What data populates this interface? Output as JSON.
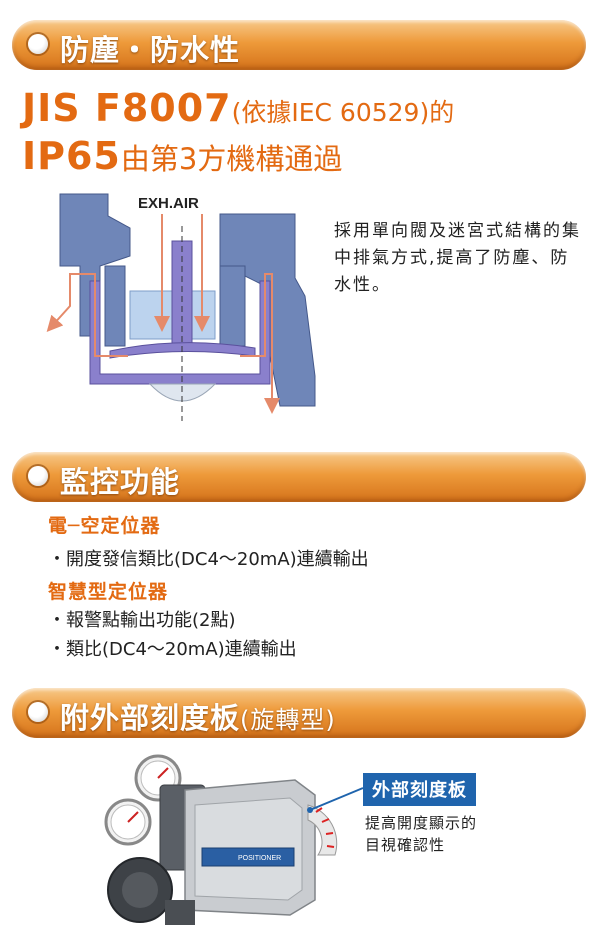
{
  "section1": {
    "title": "防塵・防水性",
    "line1_big": "JIS F8007",
    "line1_small": "(依據IEC 60529)的",
    "line2_big": "IP65",
    "line2_small": "由第3方機構通過",
    "diagram_label": "EXH.AIR",
    "description": "採用單向閥及迷宮式結構的集中排氣方式,提高了防塵、防水性。"
  },
  "section2": {
    "title": "監控功能",
    "groups": [
      {
        "heading": "電─空定位器",
        "items": [
          "・開度發信類比(DC4～20mA)連續輸出"
        ]
      },
      {
        "heading": "智慧型定位器",
        "items": [
          "・報警點輸出功能(2點)",
          "・類比(DC4～20mA)連續輸出"
        ]
      }
    ]
  },
  "section3": {
    "title": "附外部刻度板",
    "title_sub": "(旋轉型)",
    "callout_label": "外部刻度板",
    "callout_text_1": "提高開度顯示的",
    "callout_text_2": "目視確認性",
    "product_label": "POSITIONER"
  },
  "colors": {
    "accent": "#e36a12",
    "banner": "#ee9a3a",
    "diagram_body": "#6f86b8",
    "diagram_valve": "#8a80cc",
    "airflow": "#e58a6a",
    "callout": "#1f64ad"
  }
}
